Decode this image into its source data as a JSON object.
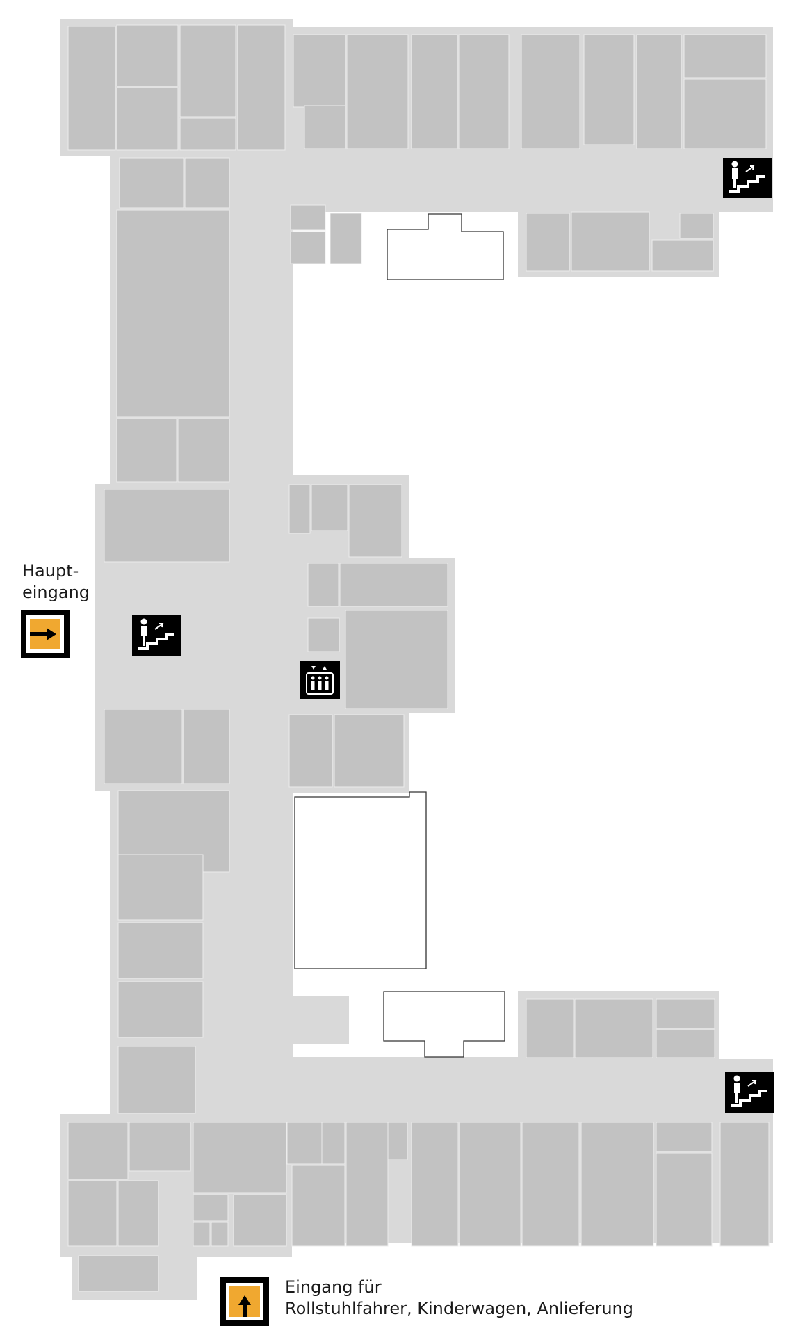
{
  "colors": {
    "corridor": "#d9d9d9",
    "room": "#c2c2c2",
    "entrance_accent": "#f0a830",
    "icon_black": "#000000",
    "outline": "#333333"
  },
  "main_entrance": {
    "line1": "Haupt-",
    "line2": "eingang",
    "icon": "arrow-right-entrance-icon"
  },
  "secondary_entrance": {
    "line1": "Eingang für",
    "line2": "Rollstuhlfahrer, Kinderwagen, Anlieferung",
    "icon": "arrow-up-entrance-icon"
  },
  "icons": {
    "stairs": "stairs-icon",
    "elevator": "elevator-icon"
  }
}
